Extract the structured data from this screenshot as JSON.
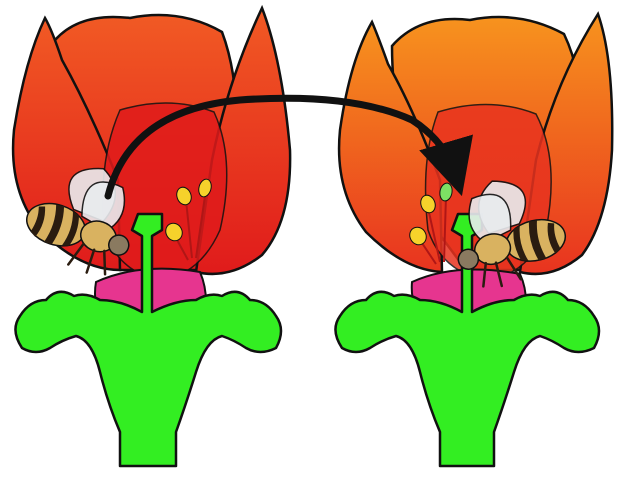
{
  "diagram": {
    "panels": [
      {
        "role": "source-flower"
      },
      {
        "role": "target-flower"
      }
    ],
    "arrow": {
      "direction": "left-to-right"
    }
  },
  "colors": {
    "background": "#ffffff",
    "left_petal_top": "#f15a24",
    "left_petal_bottom": "#e01b1b",
    "right_petal_top": "#f7931e",
    "right_petal_bottom": "#e8331f",
    "petal_highlight": "#ff7a2e",
    "receptacle": "#e6358f",
    "pistil_sepals": "#33ee22",
    "anther": "#f6d22b",
    "anther_pollinated": "#7ddf64",
    "filament": "#b01616",
    "arrow": "#111111",
    "bee_body": "#d9b260",
    "bee_stripe": "#2a1c10",
    "bee_wing": "#e9ecef",
    "outline": "#111111"
  }
}
